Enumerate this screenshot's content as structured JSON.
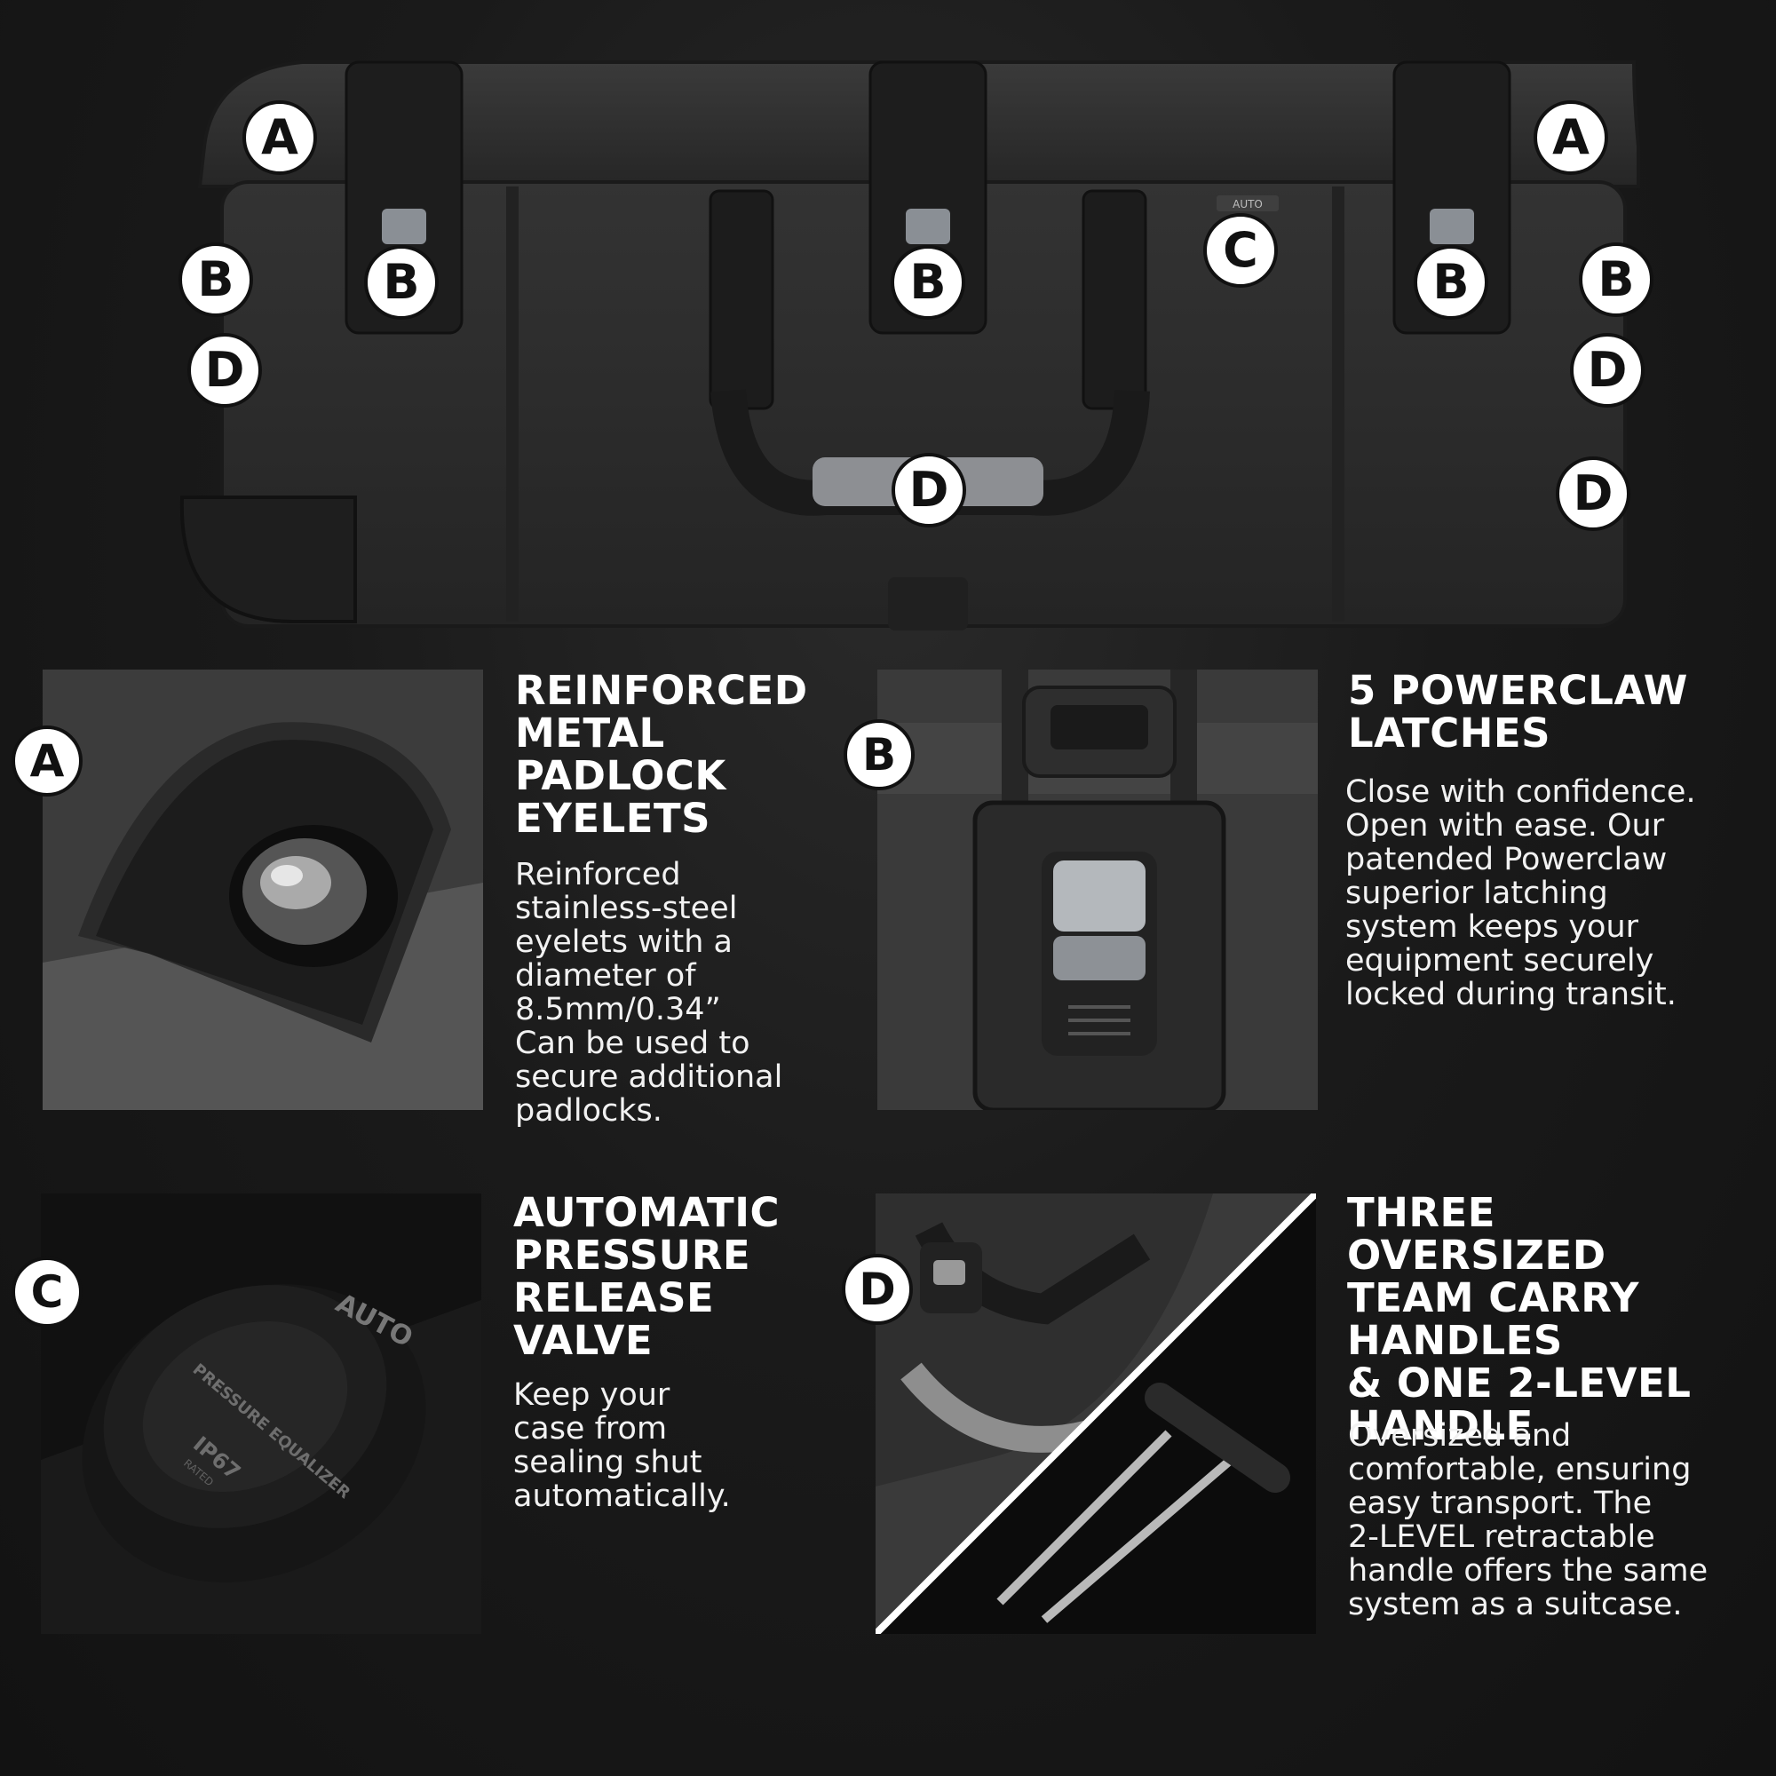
{
  "hero": {
    "markers": [
      "A",
      "A",
      "B",
      "B",
      "B",
      "B",
      "B",
      "C",
      "D",
      "D",
      "D",
      "D"
    ],
    "valve_label": "AUTO"
  },
  "features": [
    {
      "marker": "A",
      "title": "REINFORCED\nMETAL\nPADLOCK\nEYELETS",
      "body": "Reinforced\nstainless-steel\neyelets with a\ndiameter of\n8.5mm/0.34”\nCan be used to\nsecure additional\npadlocks."
    },
    {
      "marker": "B",
      "title": "5 POWERCLAW\nLATCHES",
      "body": "Close with confidence.\nOpen with ease. Our\npatended Powerclaw\nsuperior latching\nsystem keeps your\nequipment securely\nlocked during transit."
    },
    {
      "marker": "C",
      "title": "AUTOMATIC\nPRESSURE\nRELEASE\nVALVE",
      "body": "Keep your\ncase from\nsealing shut\nautomatically.",
      "valve_text": {
        "top": "AUTO",
        "ring": "PRESSURE EQUALIZER",
        "rating": "IP67",
        "rating_sub": "RATED"
      }
    },
    {
      "marker": "D",
      "title": "THREE OVERSIZED\nTEAM CARRY\nHANDLES\n& ONE 2-LEVEL\nHANDLE",
      "body": "Oversized and\ncomfortable, ensuring\neasy transport. The\n2-LEVEL retractable\nhandle offers the same\nsystem as a suitcase."
    }
  ],
  "colors": {
    "background": "#161616",
    "case": "#2b2b2b",
    "marker_fill": "#ffffff",
    "marker_text": "#111111"
  }
}
